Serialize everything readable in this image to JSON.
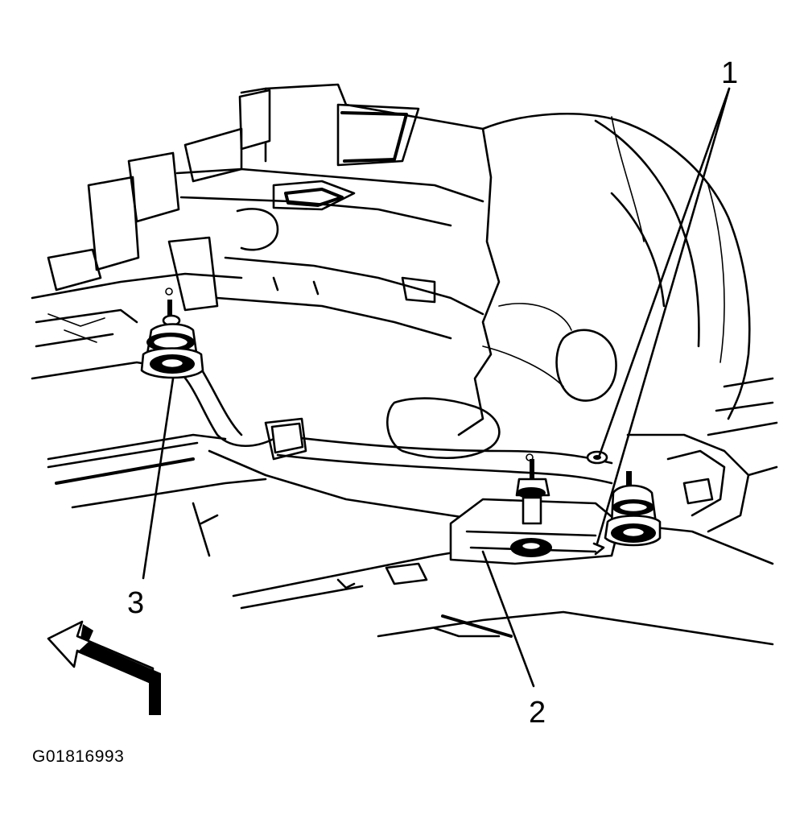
{
  "figure": {
    "callouts": [
      {
        "id": "callout-1",
        "label": "1"
      },
      {
        "id": "callout-2",
        "label": "2"
      },
      {
        "id": "callout-3",
        "label": "3"
      }
    ],
    "figure_code": "G01816993",
    "icons": [
      "direction-arrow-icon"
    ],
    "colors": {
      "ink": "#000000",
      "paper": "#ffffff"
    }
  }
}
